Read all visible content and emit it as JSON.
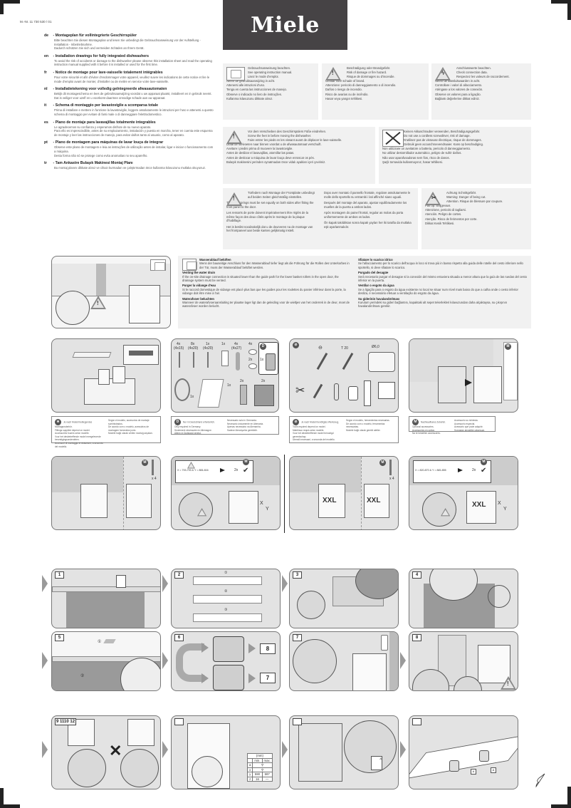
{
  "document": {
    "part_number": "M.-Nr. 11 730 530 / 01",
    "brand": "Miele"
  },
  "intro": [
    {
      "code": "de",
      "title": "Montageplan für vollintegrierte Geschirrspüler",
      "lines": [
        "Bitte beachten Sie diesen Montageplan und lesen Sie unbedingt die Gebrauchsanweisung vor der Aufstellung - Installation - Inbetriebnahme.",
        "Dadurch schützen Sie sich und vermeiden Schäden an Ihrem Gerät."
      ]
    },
    {
      "code": "en",
      "title": "Installation drawings for fully integrated dishwashers",
      "lines": [
        "To avoid the risk of accidents or damage to the dishwasher please observe this installation sheet and read the operating instruction manual supplied with it before it is installed or used for the first time."
      ]
    },
    {
      "code": "fr",
      "title": "Notice de montage pour lave-vaisselle totalement intégrables",
      "lines": [
        "Pour votre sécurité et afin d'éviter d'endommager votre appareil, veuillez suivre les indications de cette notice et lire le mode d'emploi avant de monter, d'installer ou de mettre en service votre lave-vaisselle."
      ]
    },
    {
      "code": "nl",
      "title": "Installatietekening voor volledig geïntegreerde afwasautomaten",
      "lines": [
        "Bekijk dit montageschema en lees de gebruiksaanwijzing voordat u uw apparaat plaatst, installeert en in gebruik neemt.",
        "Dat is veiliger voor uzelf en u voorkomt daarmee onnodige schade aan uw apparaat."
      ]
    },
    {
      "code": "it",
      "title": "Schema di montaggio per lavastoviglie a scomparsa totale",
      "lines": [
        "Prima di installare e mettere in funzione la lavastoviglie, leggere assolutamente le istruzioni per l'uso e attenersi a questo schema di montaggio per evitare di farsi male o di danneggiare l'elettrodomestico."
      ]
    },
    {
      "code": "es",
      "title": "Plano de montaje para lavavajillas totalmente integrables",
      "lines": [
        "Le agradecemos su confianza y esperamos disfrute de su nuevo aparato.",
        "Para ello es imprescindible, antes de su emplazamiento, instalación y puesta en marcha, tener en cuenta este esquema de montaje y leer las instrucciones de manejo, para evitar daños tanto al usuario, como al aparato."
      ]
    },
    {
      "code": "pt",
      "title": "Plano de montagem para máquinas de lavar louça de integrar",
      "lines": [
        "Observe este plano de montagem e leia as instruções de utilização antes de instalar, ligar e iniciar o funcionamento com a máquina.",
        "Desta forma não só se protege como evita anomalias no seu aparelho."
      ]
    },
    {
      "code": "tr",
      "title": "Tam Ankastre Bulaşık Makinesi Montaj Planı",
      "lines": [
        "Bu montaj planını dikkate alınız ve cihazı kurmadan ve çalıştırmadan önce kullanma kılavuzunu mutlaka okuyunuz."
      ]
    }
  ],
  "notices": {
    "manual": {
      "icon": "book-icon",
      "lines": [
        "Gebrauchsanweisung beachten.",
        "See operating instruction manual.",
        "Lisez le mode d'emploi.",
        "Neem de gebruiksaanwijzing in acht.",
        "Attenersi alle istruzioni d'uso.",
        "Tenga en cuenta las instrucciones de manejo.",
        "Observe o indicado no livro de instruções.",
        "Kullanma kılavuzunu dikkate alınız."
      ]
    },
    "fire": {
      "icon": "warning-icon",
      "lines": [
        "Beschädigung oder Brandgefahr.",
        "Risk of damage or fire hazard.",
        "Risque de dommages ou d'incendie.",
        "Gevaar voor schade of brand.",
        "Attenzione: pericolo di danneggiamento o di incendio.",
        "Daños o riesgo de incendio.",
        "Risco de avarias ou de incêndio.",
        "Hasar veya yangın tehlikesi."
      ]
    },
    "connection": {
      "icon": "electrical-warning-icon",
      "lines": [
        "Anschlusswerte beachten.",
        "Check connection data.",
        "Respectez les valeurs de raccordement.",
        "Neem de aansluitwaarden in acht.",
        "Controllare i valori di allacciamento.",
        "Aténgase a los valores de conexión.",
        "Observe os valores para a ligação.",
        "Bağlantı değerlerine dikkat ediniz."
      ]
    },
    "feet": {
      "icon": "warning-icon",
      "lines": [
        "Vor dem Verschieben des Geschirrspülers Füße eindrehen.",
        "Screw the feet in before moving the dishwasher.",
        "Faire entrer les pieds en les vissant avant de déplacer le lave-vaisselle.",
        "Draai de stelvoeten naar binnen voordat u de afwasautomaat verschuift.",
        "Avvitare i piedini prima di muovere la lavastoviglie.",
        "Antes de deslizar el lavavajillas, atornillar las patas.",
        "Antes de deslocar a máquina de lavar louça deve enroscar os pés.",
        "Bulaşık makinesini yerinden oynatmadan önce vidalı ayakları içeri çeviriniz."
      ]
    },
    "screwdriver": {
      "icon": "no-cordless-screwdriver-icon",
      "lines": [
        "Keinen Akkuschrauber verwenden, Beschädigungsgefahr.",
        "Do not use a cordless screwdriver, risk of damage.",
        "N'utilisez pas de visseuse électrique, risque de dommages.",
        "Gebruik geen accuschroevendraaier. Kans op beschadiging.",
        "Non utilizzare un avvitatore a batteria, pericolo di danneggiamento.",
        "No utilizar destornillador automático, peligro de sufrir daños.",
        "Não usar aparafusadoras sem fios, risco de danos.",
        "Şarjlı tornavida kullanmayınız, hasar tehlikesi."
      ]
    },
    "springs": {
      "icon": "warning-icon",
      "col1": [
        "Türfedern nach Montage der Frontplatte unbedingt auf beiden Seiten gleichmäßig einstellen.",
        "The door springs must be set equally on both sides after fitting the front panel to the door.",
        "Les ressorts de porte doivent impérativement être réglés de la même façon des deux côtés après le montage de la plaque d'habillage.",
        "Het is beslist noodzakelijk dat u de deurveren na de montage van het frontpaneel aan beide kanten gelijkmatig instelt."
      ],
      "col2": [
        "Dopo aver montato il pannello frontale, regolare assolutamente le molle dello sportello su entrambi i lati affinché siano uguali.",
        "Después del montaje del aparato, ajustar equilibradamente los muelles de la puerta a ambos lados.",
        "Após montagem do painel frontal, regular as molas da porta uniformemente de ambos os lados.",
        "Ön kapak takıldıktan sonra kapak yayları her iki tarafta da mutlaka eşit ayarlanmalıdır."
      ]
    },
    "cut": {
      "icon": "cut-warning-icon",
      "lines": [
        "Achtung Schnittgefahr.",
        "Warning: Danger of being cut.",
        "Attention. Risque de blessure par coupure.",
        "Pas op. Snijgevaar.",
        "Attenzione, pericolo di tagliarsi.",
        "Atención. Peligro de cortes.",
        "Atenção. Risco de ferimentos por corte.",
        "Dikkat Kesik Tehlikesi."
      ]
    }
  },
  "drain": {
    "col1": [
      {
        "title": "Wasserablauf belüften",
        "text": "Wenn der bauseitige Anschluss für den Wasserablauf tiefer liegt als die Führung für die Rollen des Unterkorbes in der Tür, muss der Wasserablauf belüftet werden."
      },
      {
        "title": "Venting the water drain",
        "text": "If the on-site drainage connection is situated lower than the guide path for the lower basket rollers in the open door, the drainage system must be vented."
      },
      {
        "title": "Purger la vidange d'eau",
        "text": "Si le raccord domestique de vidange est placé plus bas que les guides pour les roulettes du panier inférieur dans la porte, la vidange doit être mise à l'air."
      },
      {
        "title": "Waterafvoer beluchten",
        "text": "Wanneer de waterafvoeraansluiting ter plaatse lager ligt dan de geleiding voor de wieltjes van het onderrek in de deur, moet de waterafvoer worden belucht."
      }
    ],
    "col2": [
      {
        "title": "Sfiatare lo scarico idrico",
        "text": "Se l'allacciamento per lo scarico dell'acqua in loco si trova più in basso rispetto alla guida delle rotelle del cesto inferiore nello sportello, si deve sfiatare lo scarico."
      },
      {
        "title": "Purgado del desagüe",
        "text": "Será necesario purgar el desagüe si la conexión del mismo estuviera situada a menor altura que la guía de las ruedas del cesto inferior en la puerta."
      },
      {
        "title": "Ventilar o esgoto da água",
        "text": "Se a ligação para o esgoto da água existente no local se situar num nível mais baixo do que a calha onde o cesto inferior desliza, é necessário efetuar a ventilação do esgoto da água."
      },
      {
        "title": "Su giderinin havalandırılması",
        "text": "Kurulum yerindeki su gideri bağlantısı, kapaktaki alt sepet tekerlekleri kılavuzundan daha alçaktaysa, su çıkışının havalandırılması gerekir."
      }
    ]
  },
  "parts": {
    "items": [
      {
        "qty": "4x",
        "size": "(4x15)"
      },
      {
        "qty": "8x",
        "size": "(4x20)"
      },
      {
        "qty": "1x",
        "size": "(4x20)"
      },
      {
        "qty": "1x",
        "size": ""
      },
      {
        "qty": "4x",
        "size": "(4x27)"
      },
      {
        "qty": "4x",
        "size": ""
      },
      {
        "qty": "2x",
        "size": ""
      }
    ],
    "d_badge": "D",
    "d_qty": "1x",
    "hose_clip_qty": "1x",
    "film_qty": "1x",
    "bracket_qty": "2x",
    "block_qty": "2x"
  },
  "legends": {
    "accessories": [
      "Je nach Modell beiliegendes Montagezubehör.",
      "Fittings supplied depend on model.",
      "Accessoires fournis selon modèle.",
      "Voor het desbetreffende model meegeleverde bevestigingsonderdelen.",
      "Accessori di montaggio in dotazione, a seconda del modello.",
      "Según el modelo, accesorios de montaje suministrados.",
      "De acordo com o modelo, acessórios de montagem fornecidos junto.",
      "Modele bağlı olarak verilen montaj parçaları."
    ],
    "germany": [
      "Nur in Deutschland erforderlich.",
      "Only required in Germany.",
      "Seulement nécessaire en Allemagne.",
      "Alleen in Duitsland vereist.",
      "Necessario solo in Germania.",
      "Necesario únicamente en Alemania.",
      "Apenas necessário na Alemanha.",
      "Sadece Almanya'da gereklidir."
    ],
    "tools": [
      "Je nach Modell benötigtes Werkzeug.",
      "Tools required depend on model.",
      "Matériaux requis selon modèle.",
      "Voor het desbetreffende model benodigd gereedschap.",
      "Utensili necessari, a seconda del modello.",
      "Según el modelo, herramientas necesarias.",
      "De acordo com o modelo, ferramentas necessárias.",
      "Modele bağlı olarak gerekli aletler."
    ],
    "optional": [
      "Nachkaufbares Zubehör.",
      "Optional accessories.",
      "Accessoires en option.",
      "Na te bestellen accessoires.",
      "Accessorio su richiesta.",
      "Accessorio especial.",
      "Acessório que pode adquirir.",
      "Sonradan alınabilen aksesuar."
    ]
  },
  "tools": {
    "drill_size": "Ø6,0",
    "torx": "T 20"
  },
  "niche": {
    "std_screw_qty": "x 4",
    "std_condition": "X = 793-793 & Y = 806-816",
    "xxl_label": "XXL",
    "xxl_condition": "X = 820-870 & Y = 845-855",
    "x_label": "X",
    "y_label": "Y",
    "two_x": "2x"
  },
  "steps": [
    {
      "num": "1"
    },
    {
      "num": "2",
      "sub": [
        "①",
        "②",
        "③"
      ]
    },
    {
      "num": "3"
    },
    {
      "num": "4"
    },
    {
      "num": "5",
      "sub": [
        "①",
        "②"
      ]
    },
    {
      "num": "6",
      "goto": [
        "8",
        "7"
      ]
    },
    {
      "num": "7"
    },
    {
      "num": "8"
    },
    {
      "num": "9 1110 12"
    },
    {
      "num": ""
    },
    {
      "num": ""
    },
    {
      "num": ""
    }
  ],
  "dim_table": {
    "unit": "(mm)",
    "headers": [
      "",
      "min.",
      "max."
    ],
    "rows": [
      [
        "a",
        "⚲",
        ""
      ],
      [
        "x",
        "⚲",
        ""
      ],
      [
        "y",
        "590",
        "597"
      ],
      [
        "z",
        "16",
        "—"
      ]
    ]
  },
  "marker_a": "A"
}
